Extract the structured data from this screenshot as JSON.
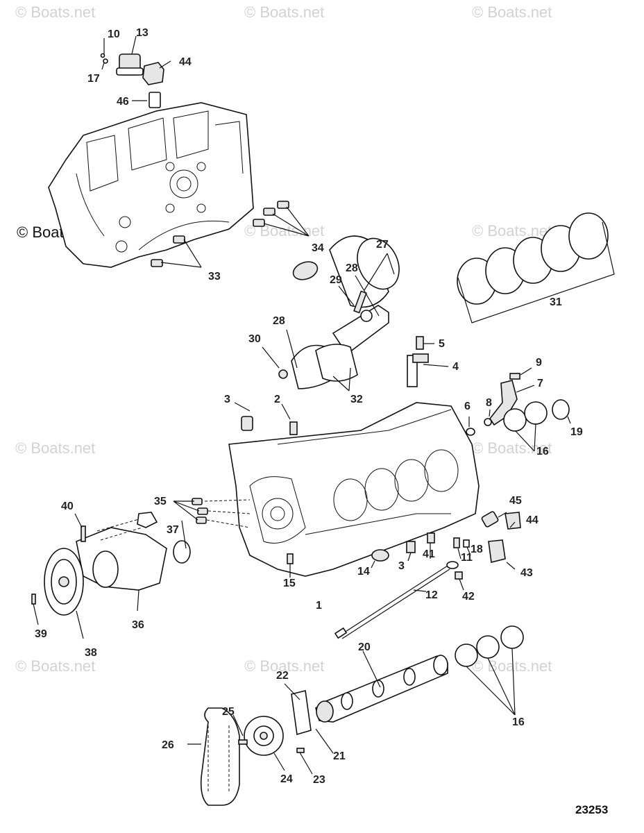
{
  "watermark": {
    "text": "© Boats.net",
    "prominent_text": "© Boats.net"
  },
  "figure_number": "23253",
  "callouts": {
    "c10": "10",
    "c13": "13",
    "c17": "17",
    "c44a": "44",
    "c46": "46",
    "c34": "34",
    "c33": "33",
    "c27": "27",
    "c28a": "28",
    "c29": "29",
    "c31": "31",
    "c28b": "28",
    "c30": "30",
    "c32": "32",
    "c5": "5",
    "c4": "4",
    "c9": "9",
    "c7": "7",
    "c8": "8",
    "c6": "6",
    "c19": "19",
    "c16a": "16",
    "c3a": "3",
    "c2": "2",
    "c35": "35",
    "c37": "37",
    "c40": "40",
    "c36": "36",
    "c38": "38",
    "c39": "39",
    "c45": "45",
    "c44b": "44",
    "c43": "43",
    "c42": "42",
    "c11": "11",
    "c18": "18",
    "c41": "41",
    "c3b": "3",
    "c14": "14",
    "c15": "15",
    "c12": "12",
    "c1": "1",
    "c20": "20",
    "c16b": "16",
    "c22": "22",
    "c25": "25",
    "c26": "26",
    "c21": "21",
    "c24": "24",
    "c23": "23"
  }
}
